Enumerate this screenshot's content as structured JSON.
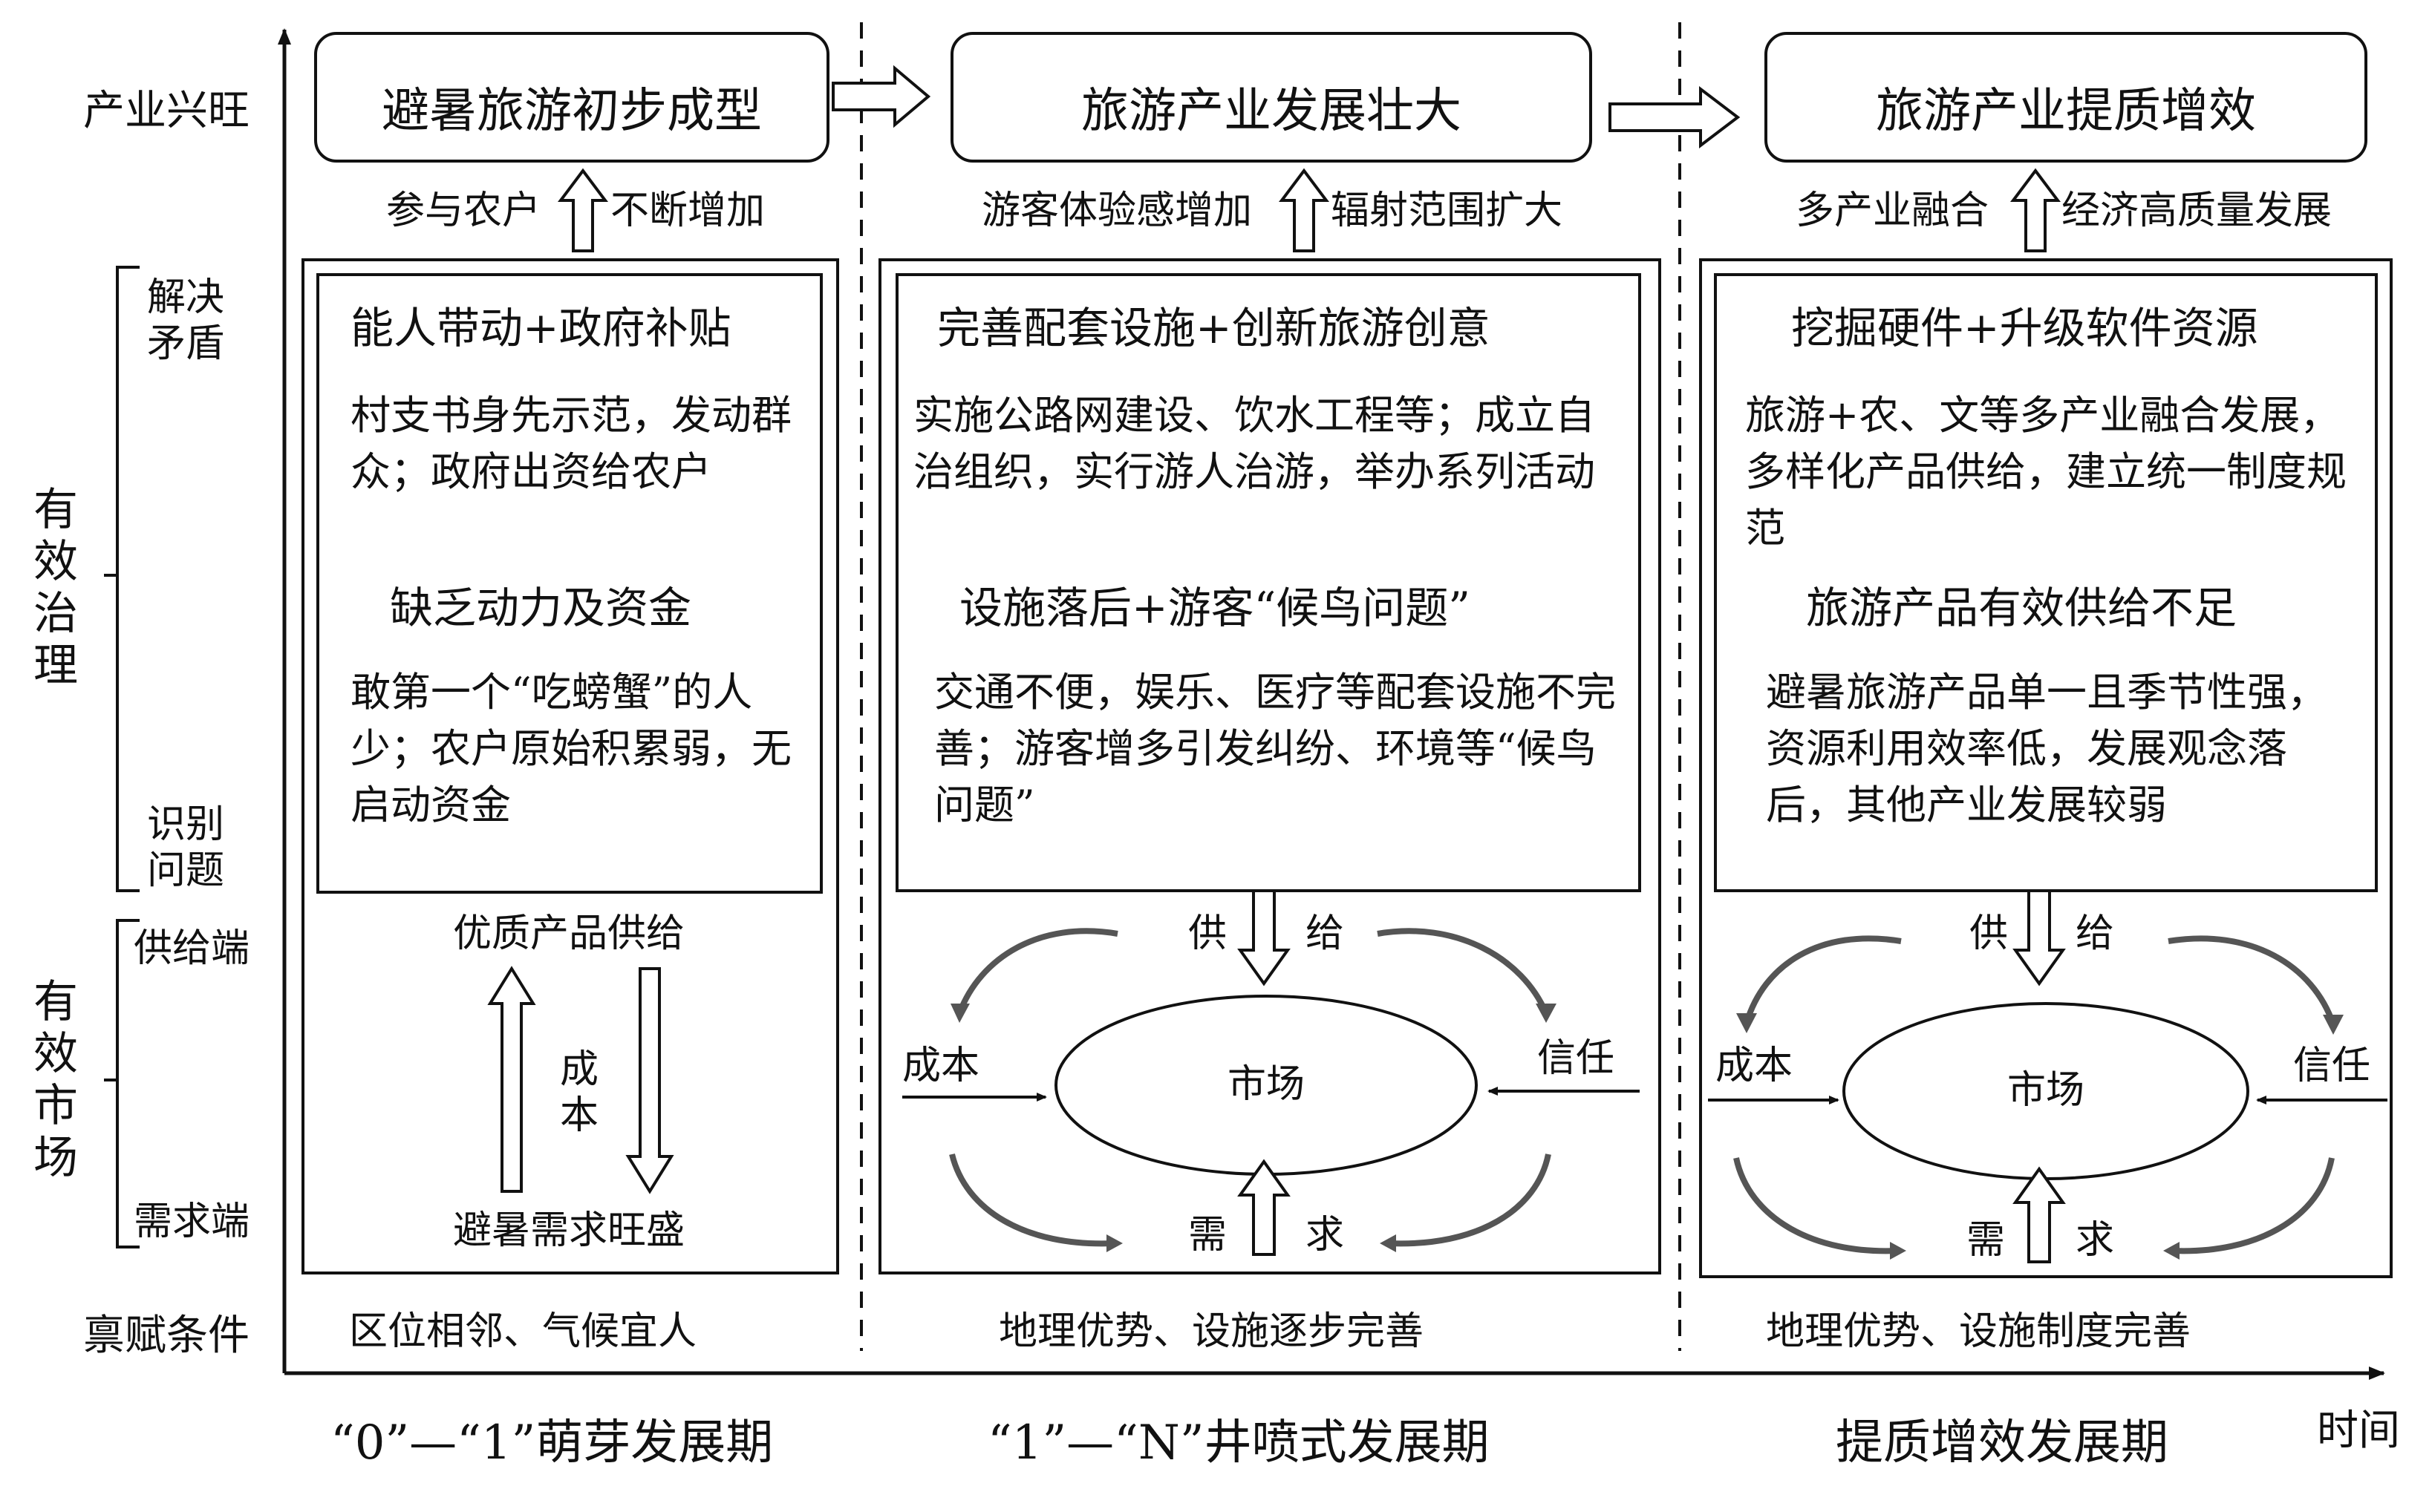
{
  "axes": {
    "y_label_top": "产业兴旺",
    "y_label_bottom": "禀赋条件",
    "x_label": "时间",
    "governance": {
      "label": "有效治理",
      "top": "解决矛盾",
      "bottom": "识别问题"
    },
    "market": {
      "label": "有效市场",
      "top": "供给端",
      "bottom": "需求端"
    }
  },
  "stages": [
    {
      "title": "避暑旅游初步成型",
      "outcome_left": "参与农户",
      "outcome_right": "不断增加",
      "solution_title": "能人带动+政府补贴",
      "solution_text": "村支书身先示范，发动群众；政府出资给农户",
      "problem_title": "缺乏动力及资金",
      "problem_text": "敢第一个“吃螃蟹”的人少；农户原始积累弱，无启动资金",
      "market_top": "优质产品供给",
      "market_mid": "成本",
      "market_bottom": "避暑需求旺盛",
      "endowment": "区位相邻、气候宜人",
      "period": "“0”—“1”萌芽发展期"
    },
    {
      "title": "旅游产业发展壮大",
      "outcome_left": "游客体验感增加",
      "outcome_right": "辐射范围扩大",
      "solution_title": "完善配套设施+创新旅游创意",
      "solution_text": "实施公路网建设、饮水工程等；成立自治组织，实行游人治游，举办系列活动",
      "problem_title": "设施落后+游客“候鸟问题”",
      "problem_text": "交通不便，娱乐、医疗等配套设施不完善；游客增多引发纠纷、环境等“候鸟问题”",
      "market_center": "市场",
      "supply_a": "供",
      "supply_b": "给",
      "demand_a": "需",
      "demand_b": "求",
      "cost": "成本",
      "trust": "信任",
      "endowment": "地理优势、设施逐步完善",
      "period": "“1”—“N”井喷式发展期"
    },
    {
      "title": "旅游产业提质增效",
      "outcome_left": "多产业融合",
      "outcome_right": "经济高质量发展",
      "solution_title": "挖掘硬件+升级软件资源",
      "solution_text": "旅游+农、文等多产业融合发展，多样化产品供给，建立统一制度规范",
      "problem_title": "旅游产品有效供给不足",
      "problem_text": "避暑旅游产品单一且季节性强，资源利用效率低，发展观念落后，其他产业发展较弱",
      "market_center": "市场",
      "supply_a": "供",
      "supply_b": "给",
      "demand_a": "需",
      "demand_b": "求",
      "cost": "成本",
      "trust": "信任",
      "endowment": "地理优势、设施制度完善",
      "period": "提质增效发展期"
    }
  ]
}
